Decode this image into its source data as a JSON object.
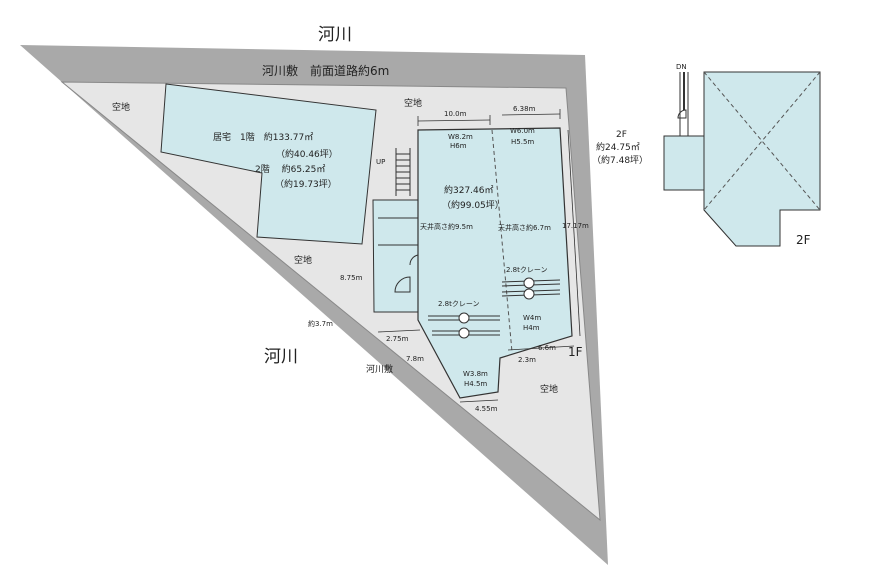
{
  "labels": {
    "river_top": "河川",
    "river_left": "河川",
    "frontage": "河川敷　前面道路約6m",
    "riverbed_small": "河川敷",
    "open_topleft": "空地",
    "open_top": "空地",
    "open_mid": "空地",
    "open_bottom": "空地",
    "house_line1": "居宅　1階　約133.77㎡",
    "house_line2": "（約40.46坪）",
    "house_line3": "2階　 約65.25㎡",
    "house_line4": "（約19.73坪）",
    "factory_area": "約327.46㎡",
    "factory_tsubo": "（約99.05坪）",
    "door_a1": "W8.2m",
    "door_a2": "H6m",
    "door_b1": "W6.0m",
    "door_b2": "H5.5m",
    "door_c1": "W4m",
    "door_c2": "H4m",
    "door_d1": "W3.8m",
    "door_d2": "H4.5m",
    "ceiling_a": "天井高さ約9.5m",
    "ceiling_b": "天井高さ約6.7m",
    "crane_a": "2.8tクレーン",
    "crane_b": "2.8tクレーン",
    "dim_top1": "10.0m",
    "dim_top2": "6.38m",
    "dim_right": "17.17m",
    "dim_left": "8.75m",
    "dim_b1": "2.75m",
    "dim_b2": "7.8m",
    "dim_b3": "4.55m",
    "dim_b4": "6.6m",
    "dim_b5": "2.3m",
    "dim_road": "約3.7m",
    "floor1": "1F",
    "up": "UP",
    "dn": "DN",
    "floor2_title": "2F",
    "floor2_area": "約24.75㎡",
    "floor2_tsubo": "（約7.48坪）",
    "floor2_label": "2F"
  },
  "colors": {
    "lot": "#e6e6e6",
    "road": "#a9a9a9",
    "building": "#cfe8ec",
    "line": "#222222",
    "dashed": "#555555"
  }
}
